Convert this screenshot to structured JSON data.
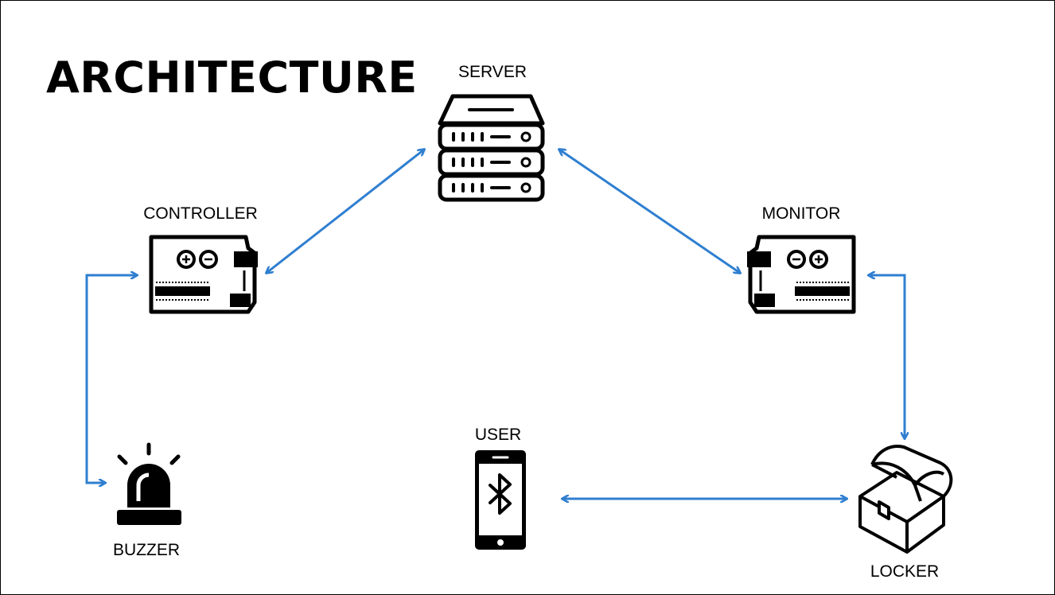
{
  "title": "ARCHITECTURE",
  "colors": {
    "arrow": "#2F7FD0",
    "icon": "#000000",
    "background": "#FFFFFF"
  },
  "nodes": {
    "server": {
      "label": "SERVER",
      "icon": "server-rack-icon"
    },
    "controller": {
      "label": "CONTROLLER",
      "icon": "arduino-board-icon"
    },
    "monitor": {
      "label": "MONITOR",
      "icon": "arduino-board-icon"
    },
    "buzzer": {
      "label": "BUZZER",
      "icon": "alarm-siren-icon"
    },
    "user": {
      "label": "USER",
      "icon": "bluetooth-phone-icon"
    },
    "locker": {
      "label": "LOCKER",
      "icon": "treasure-chest-icon"
    }
  },
  "connections": [
    {
      "from": "controller",
      "to": "server",
      "direction": "bidirectional"
    },
    {
      "from": "server",
      "to": "monitor",
      "direction": "bidirectional"
    },
    {
      "from": "controller",
      "to": "buzzer",
      "direction": "bidirectional"
    },
    {
      "from": "monitor",
      "to": "locker",
      "direction": "bidirectional"
    },
    {
      "from": "user",
      "to": "locker",
      "direction": "bidirectional"
    }
  ]
}
